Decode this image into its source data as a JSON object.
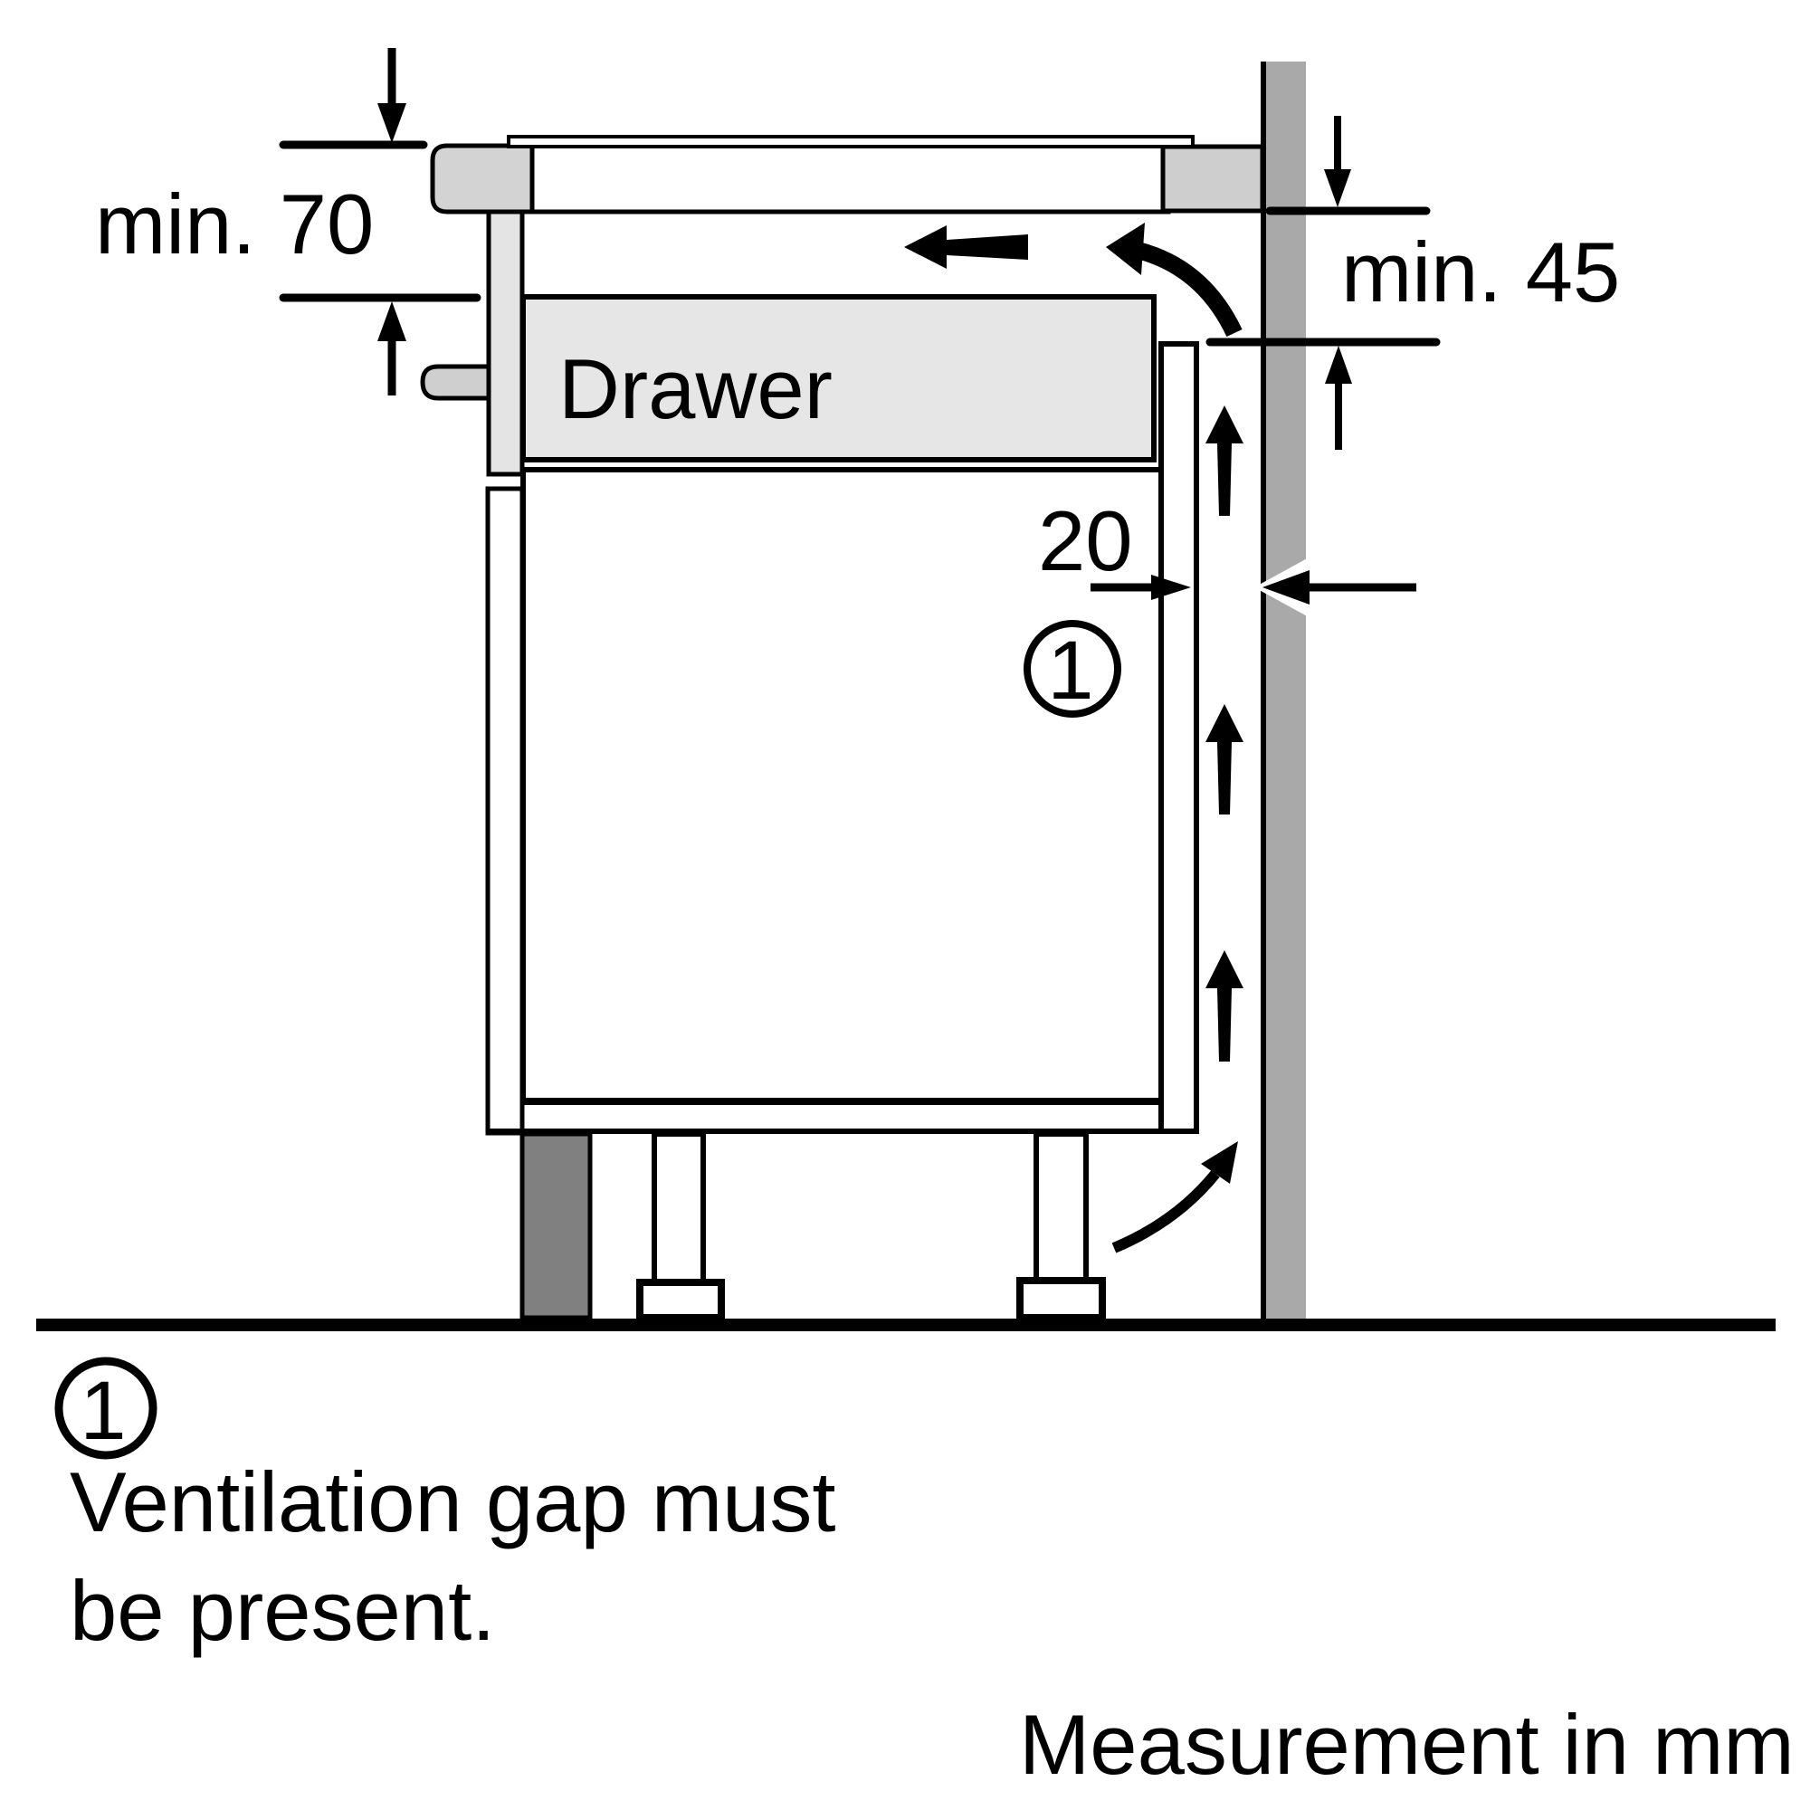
{
  "figure": {
    "type": "appliance-installation-side-view",
    "units_note": "Measurement in mm",
    "labels": {
      "clearance_top": "min. 70",
      "clearance_side": "min. 45",
      "vent_gap_width": "20",
      "drawer": "Drawer",
      "callout_number": "1"
    },
    "legend": {
      "callout_number": "1",
      "line1": "Ventilation gap must",
      "line2": "be present."
    },
    "colors": {
      "outline": "#000000",
      "background": "#ffffff",
      "wall_fill": "#a9a9a9",
      "drawer_fill": "#e6e6e6",
      "front_panel_upper_fill": "#e4e4e4",
      "hob_trim_fill": "#d3d3d3",
      "worktop_edge_fill": "#cecece",
      "handle_fill": "#cfcfcf",
      "plinth_fill": "#808080"
    }
  }
}
